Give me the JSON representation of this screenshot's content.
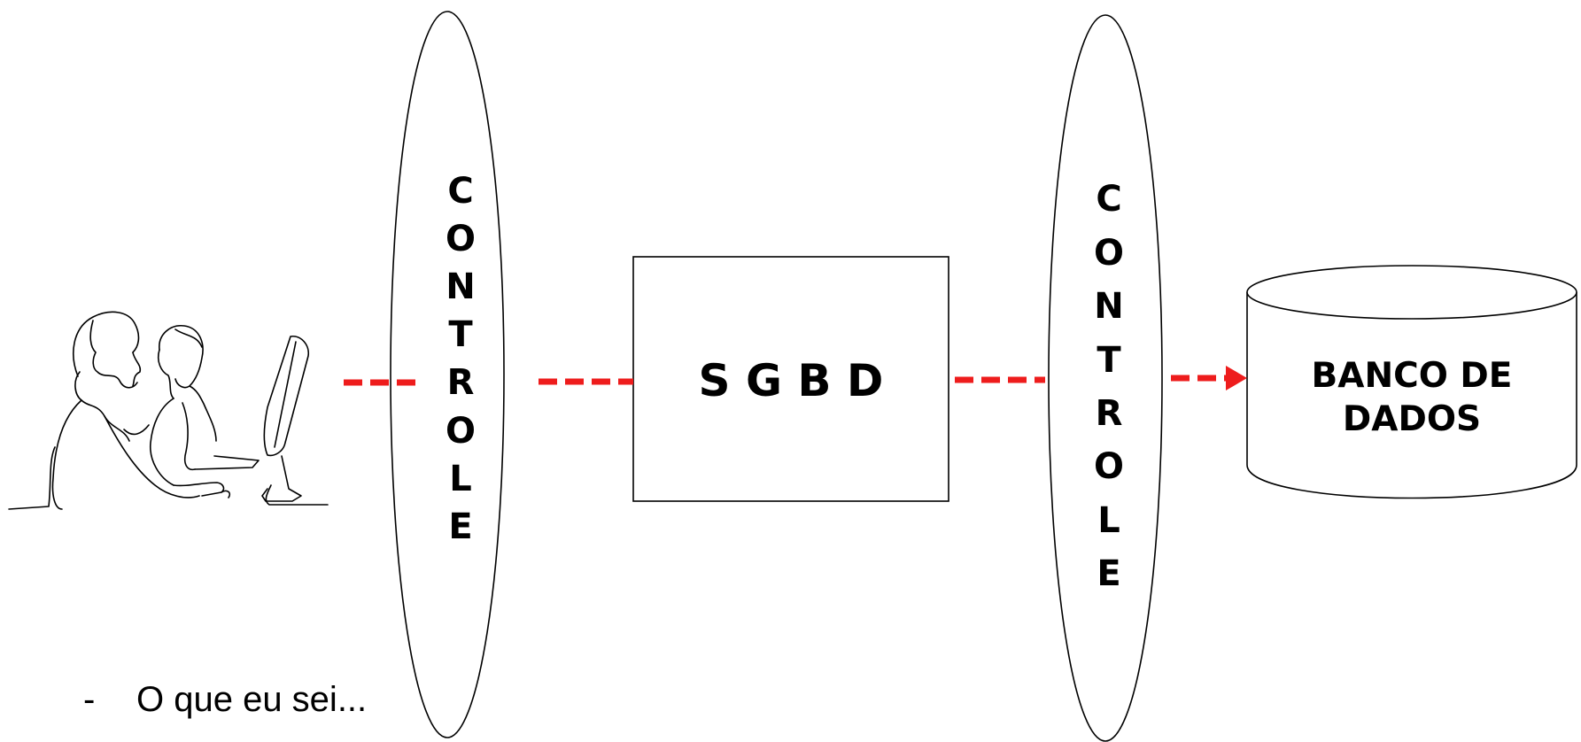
{
  "left_control": {
    "letters": [
      "C",
      "O",
      "N",
      "T",
      "R",
      "O",
      "L",
      "E"
    ]
  },
  "right_control": {
    "letters": [
      "C",
      "O",
      "N",
      "T",
      "R",
      "O",
      "L",
      "E"
    ]
  },
  "sgbd": {
    "label": "S G B D"
  },
  "database": {
    "line1": "BANCO DE",
    "line2": "DADOS"
  },
  "bullet": {
    "dash": "-",
    "text": "O que eu sei..."
  },
  "colors": {
    "connector": "#ee1c1c",
    "stroke": "#000000"
  },
  "icons": {
    "users": "users-at-computer-line-art-icon"
  }
}
